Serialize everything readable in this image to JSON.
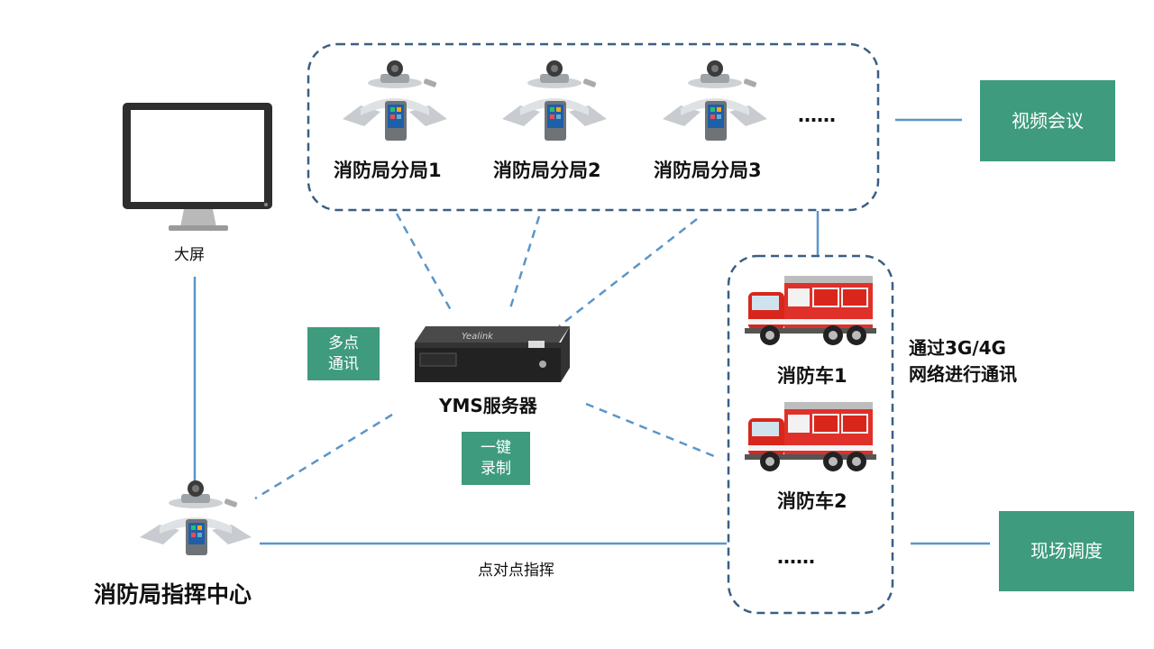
{
  "branches": [
    {
      "label": "消防局分局1"
    },
    {
      "label": "消防局分局2"
    },
    {
      "label": "消防局分局3"
    }
  ],
  "ellipsis_top": "……",
  "video_conference": "视频会议",
  "big_screen": "大屏",
  "multipoint_tag": [
    "多点",
    "通讯"
  ],
  "server_label": "YMS服务器",
  "server_brand": "Yealink",
  "record_tag": [
    "一键",
    "录制"
  ],
  "trucks": [
    {
      "label": "消防车1"
    },
    {
      "label": "消防车2"
    }
  ],
  "ellipsis_trucks": "……",
  "network_note": [
    "通过3G/4G",
    "网络进行通讯"
  ],
  "onsite_dispatch": "现场调度",
  "command_center": "消防局指挥中心",
  "p2p_label": "点对点指挥",
  "colors": {
    "tag_green": "#3e9b7d",
    "line_blue": "#5b95c9",
    "box_border": "#3a5f85",
    "truck_red": "#d9261c"
  }
}
